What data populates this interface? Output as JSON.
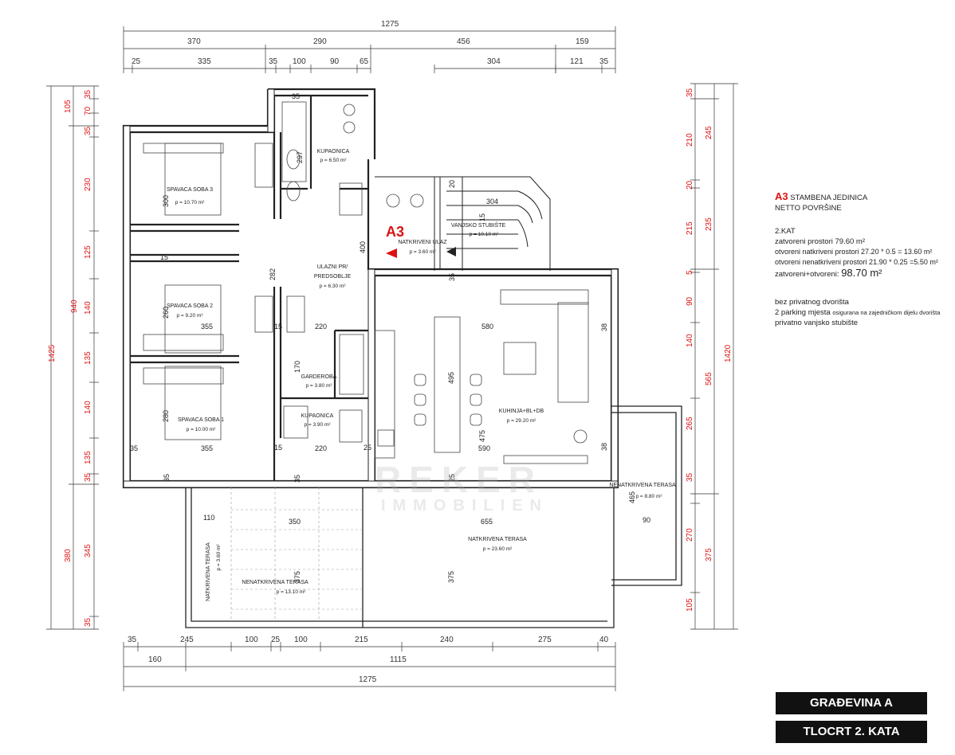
{
  "top_dims": {
    "total": "1275",
    "row2": [
      "370",
      "290",
      "456",
      "159"
    ],
    "row3": [
      "25",
      "335",
      "35",
      "100",
      "90",
      "65",
      "304",
      "121",
      "35"
    ]
  },
  "bottom_dims": {
    "row1": [
      "35",
      "245",
      "100",
      "25",
      "100",
      "215",
      "240",
      "275",
      "40"
    ],
    "row2": [
      "160",
      "1115"
    ],
    "total": "1275"
  },
  "left_dims": {
    "total": "1425",
    "mid": [
      "105",
      "940",
      "380"
    ],
    "inner": [
      "35",
      "70",
      "35",
      "230",
      "125",
      "140",
      "135",
      "140",
      "135",
      "35",
      "345",
      "35"
    ]
  },
  "right_dims": {
    "total": "1420",
    "mid": [
      "245",
      "235",
      "565",
      "375"
    ],
    "inner": [
      "35",
      "210",
      "20",
      "215",
      "5",
      "90",
      "140",
      "265",
      "35",
      "270",
      "105"
    ]
  },
  "rooms": {
    "bath_top": {
      "name": "KUPAONICA",
      "area": "p = 6.50 m²"
    },
    "bed3": {
      "name": "SPAVACA SOBA 3",
      "area": "p = 10.70 m²"
    },
    "hall": {
      "name1": "ULAZNI PR/",
      "name2": "PREDSOBLJE",
      "area": "p = 6.30 m²"
    },
    "bed2": {
      "name": "SPAVACA SOBA 2",
      "area": "p = 9.20 m²"
    },
    "wardrobe": {
      "name": "GARDEROBA",
      "area": "p = 3.80 m²"
    },
    "bath2": {
      "name": "KUPAONICA",
      "area": "p = 3.90 m²"
    },
    "bed1": {
      "name": "SPAVACA SOBA 1",
      "area": "p = 10.00 m²"
    },
    "entry": {
      "name": "NATKRIVENI ULAZ",
      "area": "p = 3.60 m²"
    },
    "stairs": {
      "name": "VANJSKO STUBIŠTE",
      "area": "p = 10.10 m²"
    },
    "kitchen": {
      "name": "KUHINJA+BL+DB",
      "area": "p = 29.20 m²"
    },
    "terrace_right": {
      "name": "NENATKRIVENA TERASA",
      "area": "p = 8.80 m²"
    },
    "terrace_main": {
      "name": "NATKRIVENA TERASA",
      "area": "p = 23.60 m²"
    },
    "terrace_left": {
      "name": "NATKRIVENA TERASA",
      "area": "p = 3.60 m²"
    },
    "terrace_open": {
      "name": "NENATKRIVENA TERASA",
      "area": "p = 13.10 m²"
    }
  },
  "wall_dims": [
    "300",
    "297",
    "282",
    "400",
    "260",
    "280",
    "170",
    "355",
    "355",
    "220",
    "220",
    "15",
    "15",
    "15",
    "35",
    "35",
    "35",
    "25",
    "38",
    "38",
    "580",
    "495",
    "475",
    "590",
    "655",
    "350",
    "375",
    "375",
    "110",
    "90",
    "465",
    "304",
    "35",
    "20",
    "15",
    "35",
    "25"
  ],
  "unit_label": "A3",
  "info": {
    "title": "STAMBENA JEDINICA",
    "subtitle": "NETTO POVRŠINE",
    "floor": "2.KAT",
    "line1": "zatvoreni prostori 79.60 m²",
    "line2": "otvoreni natkriveni prostori  27.20 * 0.5 = 13.60 m²",
    "line3": "otvoreni nenatkriveni prostori  21.90 * 0.25 =5.50 m²",
    "line4_label": "zatvoreni+otvoreni:",
    "line4_value": "98.70 m²",
    "note1": "bez privatnog dvorišta",
    "note2a": "2 parking mjesta",
    "note2b": "osigurana na zajedničkom dijelu dvorišta",
    "note3": "privatno vanjsko stubište"
  },
  "badges": {
    "building": "GRAĐEVINA A",
    "floor": "TLOCRT 2. KATA"
  },
  "watermark": {
    "brand": "REKER",
    "sub": "IMMOBILIEN"
  }
}
